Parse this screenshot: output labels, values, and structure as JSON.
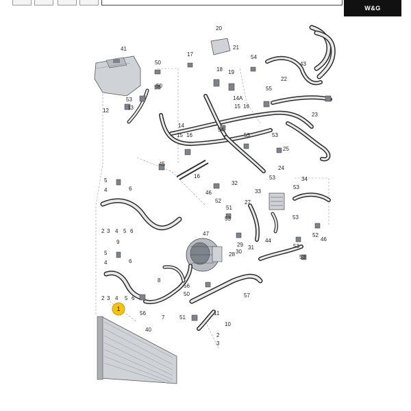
{
  "brand": {
    "label": "W&G"
  },
  "badge": {
    "label": "1",
    "color": "#f2c21a"
  },
  "colors": {
    "hose": "#2b2b2b",
    "part": "#cfd3d8",
    "part_dark": "#7d848c",
    "badge": "#f2c21a"
  },
  "toolbar": {
    "icons": [
      "zoom-out-icon",
      "zoom-fit-icon",
      "pan-icon",
      "zoom-in-icon"
    ]
  },
  "callouts": [
    "41",
    "50",
    "17",
    "18",
    "19",
    "20",
    "21",
    "54",
    "43",
    "22",
    "55",
    "23",
    "53",
    "12",
    "14",
    "15",
    "16",
    "14A",
    "50",
    "53",
    "25",
    "45",
    "16",
    "46",
    "52",
    "32",
    "33",
    "53",
    "34",
    "5",
    "4",
    "6",
    "2",
    "3",
    "4",
    "5",
    "6",
    "9",
    "52",
    "51",
    "27",
    "53",
    "53",
    "52",
    "46",
    "47",
    "28",
    "29",
    "30",
    "31",
    "5",
    "4",
    "6",
    "8",
    "44",
    "53",
    "53",
    "2",
    "3",
    "4",
    "5",
    "6",
    "56",
    "7",
    "56",
    "50",
    "57",
    "11",
    "10",
    "51",
    "2",
    "3",
    "40",
    "13",
    "24",
    "55"
  ]
}
